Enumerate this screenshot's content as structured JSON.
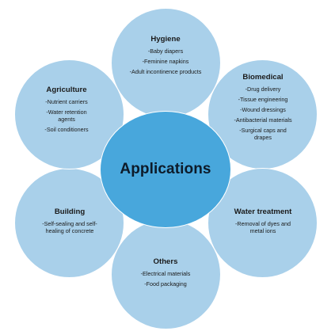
{
  "diagram": {
    "center_label": "Applications",
    "accent_color": "#48a7dc",
    "petal_color": "#a9d0ea",
    "petals": [
      {
        "id": "hygiene",
        "title": "Hygiene",
        "items": [
          "-Baby diapers",
          "-Feminine napkins",
          "-Adult incontinence products"
        ]
      },
      {
        "id": "biomedical",
        "title": "Biomedical",
        "items": [
          "-Drug delivery",
          "-Tissue engineering",
          "-Wound dressings",
          "-Antibacterial materials",
          "-Surgical caps and drapes"
        ]
      },
      {
        "id": "water-treatment",
        "title": "Water treatment",
        "items": [
          "-Removal of dyes and metal ions"
        ]
      },
      {
        "id": "others",
        "title": "Others",
        "items": [
          "-Electrical materials",
          "-Food packaging"
        ]
      },
      {
        "id": "building",
        "title": "Building",
        "items": [
          "-Self-sealing and self-healing of concrete"
        ]
      },
      {
        "id": "agriculture",
        "title": "Agriculture",
        "items": [
          "-Nutrient carriers",
          "-Water retention agents",
          "-Soil conditioners"
        ]
      }
    ]
  }
}
